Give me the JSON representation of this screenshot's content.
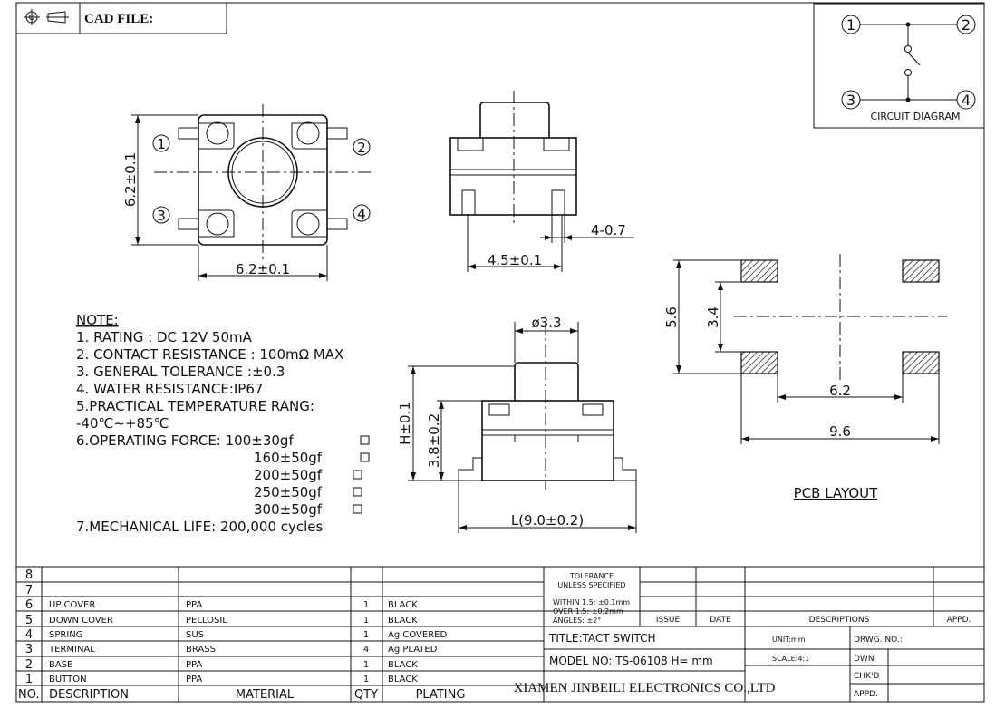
{
  "header": {
    "cad_file_label": "CAD FILE:"
  },
  "top_view": {
    "dim_height": "6.2±0.1",
    "dim_width": "6.2±0.1",
    "pins": [
      "1",
      "2",
      "3",
      "4"
    ]
  },
  "side_view": {
    "dim_pin": "4-0.7",
    "dim_width": "4.5±0.1"
  },
  "front_view": {
    "dim_diameter": "ø3.3",
    "dim_height": "H±0.1",
    "dim_body": "3.8±0.2",
    "dim_length": "L(9.0±0.2)"
  },
  "circuit": {
    "title": "CIRCUIT DIAGRAM",
    "pins": [
      "1",
      "2",
      "3",
      "4"
    ]
  },
  "pcb": {
    "title": "PCB LAYOUT",
    "dim_outer_v": "5.6",
    "dim_inner_v": "3.4",
    "dim_inner_h": "6.2",
    "dim_outer_h": "9.6"
  },
  "notes": {
    "title": "NOTE:",
    "lines": [
      "1. RATING : DC 12V  50mA",
      "2. CONTACT RESISTANCE : 100mΩ MAX",
      "3. GENERAL TOLERANCE :±0.3",
      "4. WATER RESISTANCE:IP67",
      "5.PRACTICAL TEMPERATURE RANG:",
      "-40℃~+85℃",
      "6.OPERATING FORCE: 100±30gf",
      "160±50gf",
      "200±50gf",
      "250±50gf",
      "300±50gf",
      "7.MECHANICAL LIFE: 200,000 cycles"
    ]
  },
  "bom": {
    "headers": [
      "NO.",
      "DESCRIPTION",
      "MATERIAL",
      "QTY",
      "PLATING"
    ],
    "rows": [
      [
        "8",
        "",
        "",
        "",
        ""
      ],
      [
        "7",
        "",
        "",
        "",
        ""
      ],
      [
        "6",
        "UP COVER",
        "PPA",
        "1",
        "BLACK"
      ],
      [
        "5",
        "DOWN COVER",
        "PELLOSIL",
        "1",
        "BLACK"
      ],
      [
        "4",
        "SPRING",
        "SUS",
        "1",
        "Ag COVERED"
      ],
      [
        "3",
        "TERMINAL",
        "BRASS",
        "4",
        "Ag PLATED"
      ],
      [
        "2",
        "BASE",
        "PPA",
        "1",
        "BLACK"
      ],
      [
        "1",
        "BUTTON",
        "PPA",
        "1",
        "BLACK"
      ]
    ]
  },
  "title_block": {
    "tolerance_1": "TOLERANCE",
    "tolerance_2": "UNLESS SPECIFIED",
    "within": "WITHIN 1.5: ±0.1mm",
    "over": "OVER 1.5:  ±0.2mm",
    "angles": "ANGLES: ±2°",
    "issue": "ISSUE",
    "date": "DATE",
    "descriptions": "DESCRIPTIONS",
    "appd_col": "APPD.",
    "title": "TITLE:TACT SWITCH",
    "model": "MODEL NO: TS-06108 H=    mm",
    "company": "XIAMEN JINBEILI ELECTRONICS CO.,LTD",
    "unit": "UNIT:mm",
    "scale": "SCALE:4:1",
    "drwg": "DRWG. NO.:",
    "dwn": "DWN",
    "chkd": "CHK'D",
    "appd": "APPD."
  }
}
